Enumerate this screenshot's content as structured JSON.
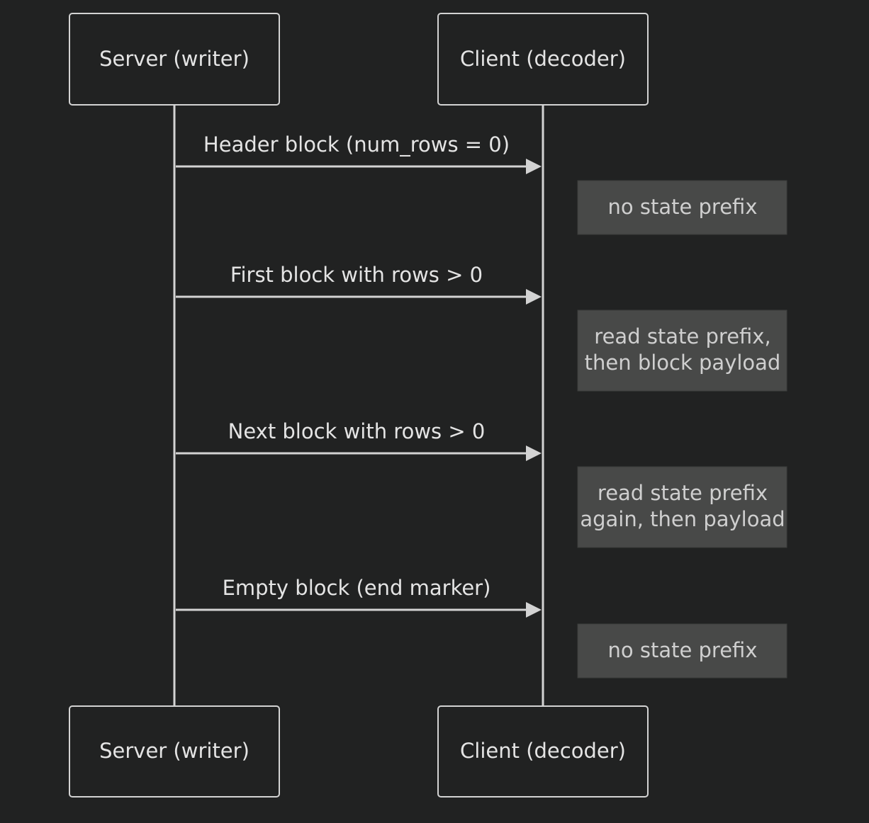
{
  "diagram": {
    "participants": {
      "server": "Server (writer)",
      "client": "Client (decoder)"
    },
    "messages": [
      "Header block (num_rows = 0)",
      "First block with rows > 0",
      "Next block with rows > 0",
      "Empty block (end marker)"
    ],
    "notes": [
      [
        "no state prefix"
      ],
      [
        "read state prefix,",
        "then block payload"
      ],
      [
        "read state prefix",
        "again, then payload"
      ],
      [
        "no state prefix"
      ]
    ]
  }
}
